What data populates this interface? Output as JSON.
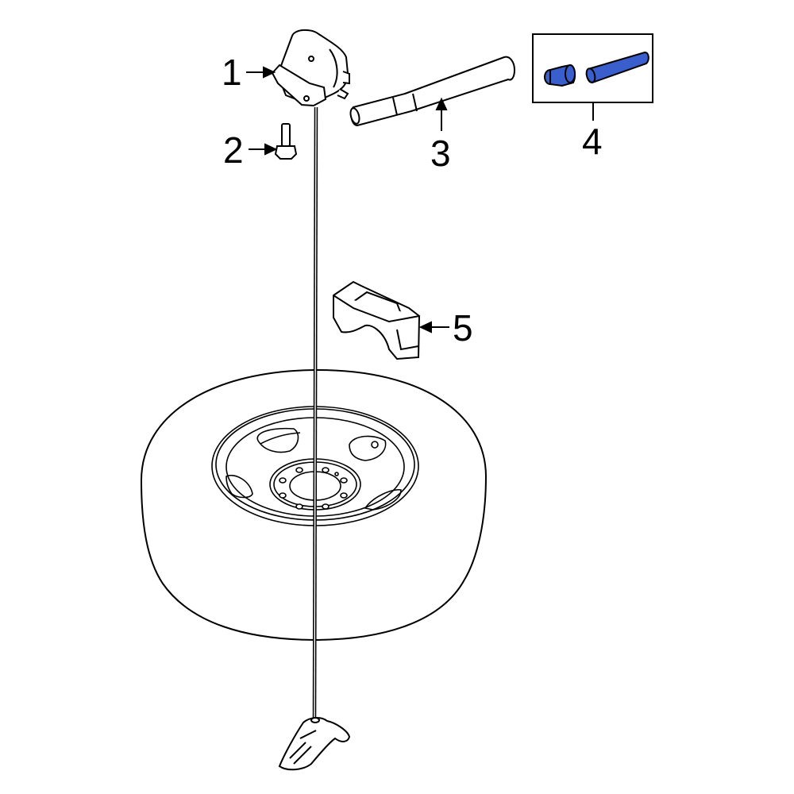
{
  "diagram": {
    "type": "exploded-parts-diagram",
    "subject": "spare tire carrier / hoist assembly",
    "colors": {
      "line": "#000000",
      "background": "#ffffff",
      "highlight": "#3a5fcd",
      "highlight_dark": "#1f3a8a"
    },
    "callouts": [
      {
        "id": "1",
        "label": "1",
        "part": "hoist-assembly"
      },
      {
        "id": "2",
        "label": "2",
        "part": "hoist-bolt"
      },
      {
        "id": "3",
        "label": "3",
        "part": "extension-handle"
      },
      {
        "id": "4",
        "label": "4",
        "part": "lock-set",
        "highlighted": true
      },
      {
        "id": "5",
        "label": "5",
        "part": "retainer-bracket"
      }
    ],
    "unlabeled_parts": [
      "spare-tire-and-wheel",
      "hoist-cable",
      "cable-retainer-plate"
    ]
  }
}
